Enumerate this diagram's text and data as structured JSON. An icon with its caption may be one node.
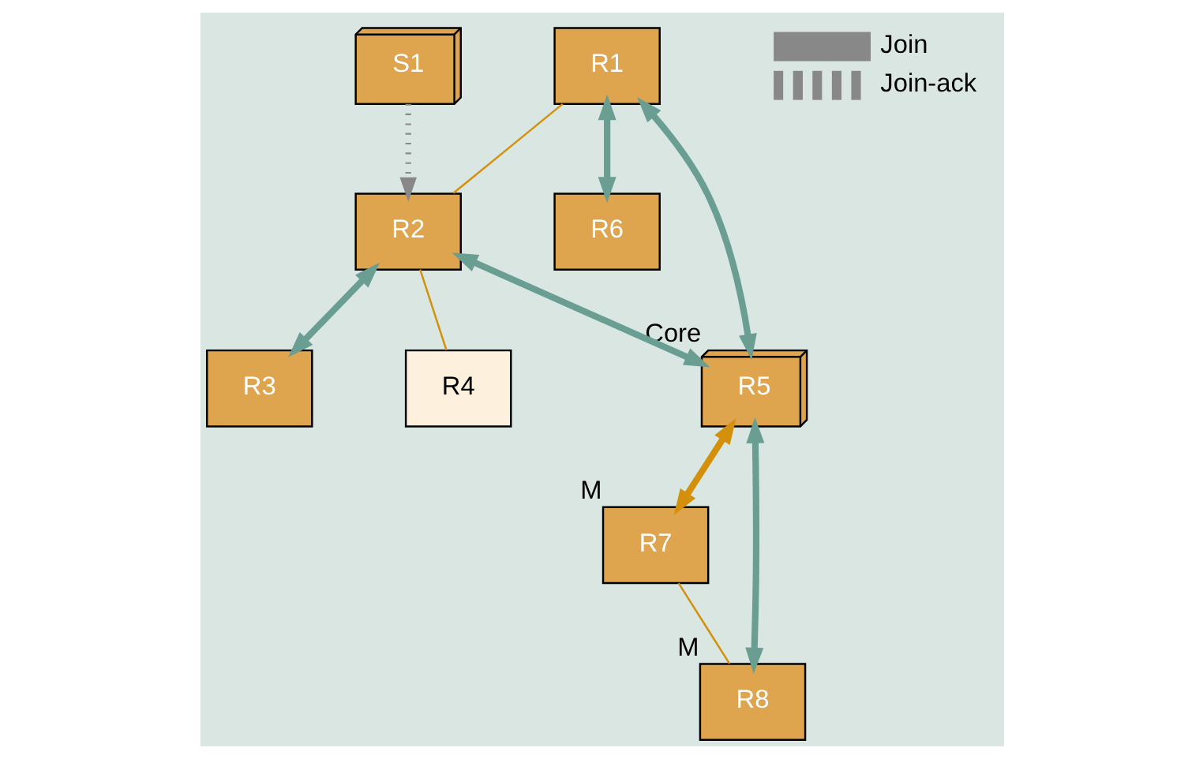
{
  "diagram": {
    "nodes": [
      {
        "text": [
          "S1"
        ]
      },
      {
        "text": [
          "R1"
        ]
      },
      {
        "text": [
          "R2"
        ]
      },
      {
        "text": [
          "R5"
        ],
        "beside": [
          "Core"
        ]
      },
      {
        "text": [
          "R6"
        ]
      },
      {
        "text": [
          "R3"
        ]
      },
      {
        "text": [
          "R4"
        ]
      },
      {
        "text": [
          "R7"
        ],
        "beside": [
          "M"
        ]
      },
      {
        "text": [
          "R8"
        ],
        "beside": [
          "M"
        ]
      }
    ],
    "edges": [
      {
        "from": 0,
        "to": 2,
        "arrow": "to",
        "style": "dashed",
        "color": "#888888"
      },
      {
        "from": 1,
        "to": 2,
        "arrow": "none",
        "color": "#d4900a"
      },
      {
        "from": 1,
        "to": 3,
        "arrow": "both"
      },
      {
        "from": 1,
        "to": 4,
        "arrow": "both"
      },
      {
        "from": 2,
        "to": 3,
        "arrow": "both"
      },
      {
        "from": 2,
        "to": 5,
        "arrow": "both"
      },
      {
        "from": 2,
        "to": 6,
        "arrow": "none",
        "color": "#d4900a"
      },
      {
        "from": 3,
        "to": 7,
        "arrow": "both",
        "color": "#d4900a"
      },
      {
        "from": 3,
        "to": 8,
        "arrow": "both"
      },
      {
        "from": 7,
        "to": 8,
        "arrow": "none",
        "color": "#d4900a"
      }
    ],
    "legend": [
      {
        "text": "Join"
      },
      {
        "text": "Join-ack"
      }
    ]
  }
}
